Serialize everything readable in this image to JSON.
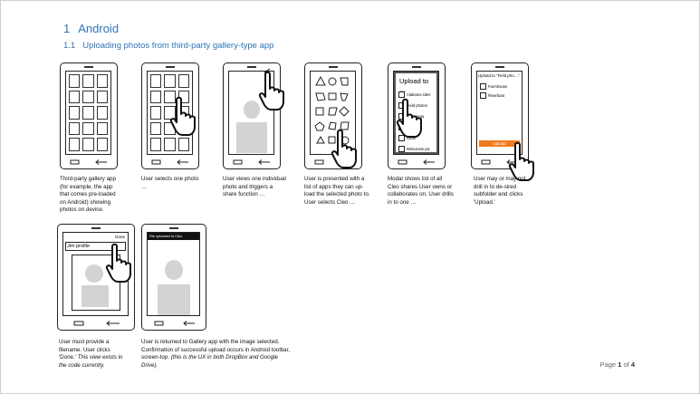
{
  "heading1": {
    "number": "1",
    "title": "Android"
  },
  "heading2": {
    "number": "1.1",
    "title": "Uploading photos from third-party gallery-type app"
  },
  "steps": [
    {
      "caption": "Third-party gallery app (for example, the app that comes pre-loaded on Android) showing photos on device."
    },
    {
      "caption": "User selects one photo …"
    },
    {
      "caption": "User views one individual photo and triggers a share function …"
    },
    {
      "caption": "User is presented with a list of apps they can up-load the selected photo to. User selects Cleo …"
    },
    {
      "caption": "Modal shows list of all Cleo shares User owns or collaborates on. User drills in to one …",
      "modal_title": "Upload to …",
      "items": [
        "Alabama sites",
        "Field photos",
        "Minnesota",
        "folder",
        "folder",
        "Wisconsin pix"
      ]
    },
    {
      "caption": "User may or may not drill in to de-sired subfolder and clicks 'Upload.'",
      "header": "Upload to \"Field pho…\"",
      "items": [
        "Farmhouse",
        "Riverboat"
      ],
      "button": "Upload"
    },
    {
      "caption": "User must provide a filename. User clicks 'Done.'",
      "caption_italic": "This view exists in the code currently.",
      "done": "Done",
      "filename": "Jim profile"
    },
    {
      "caption": "User is returned to Gallery app with the image selected. Confirmation of successful upload occurs in Android toolbar, screen-top.",
      "caption_italic": "(this is the UX in both DropBox and Google Drive).",
      "toast": "File uploaded to Cleo"
    }
  ],
  "footer": {
    "prefix": "Page",
    "current": "1",
    "of": "of",
    "total": "4"
  }
}
